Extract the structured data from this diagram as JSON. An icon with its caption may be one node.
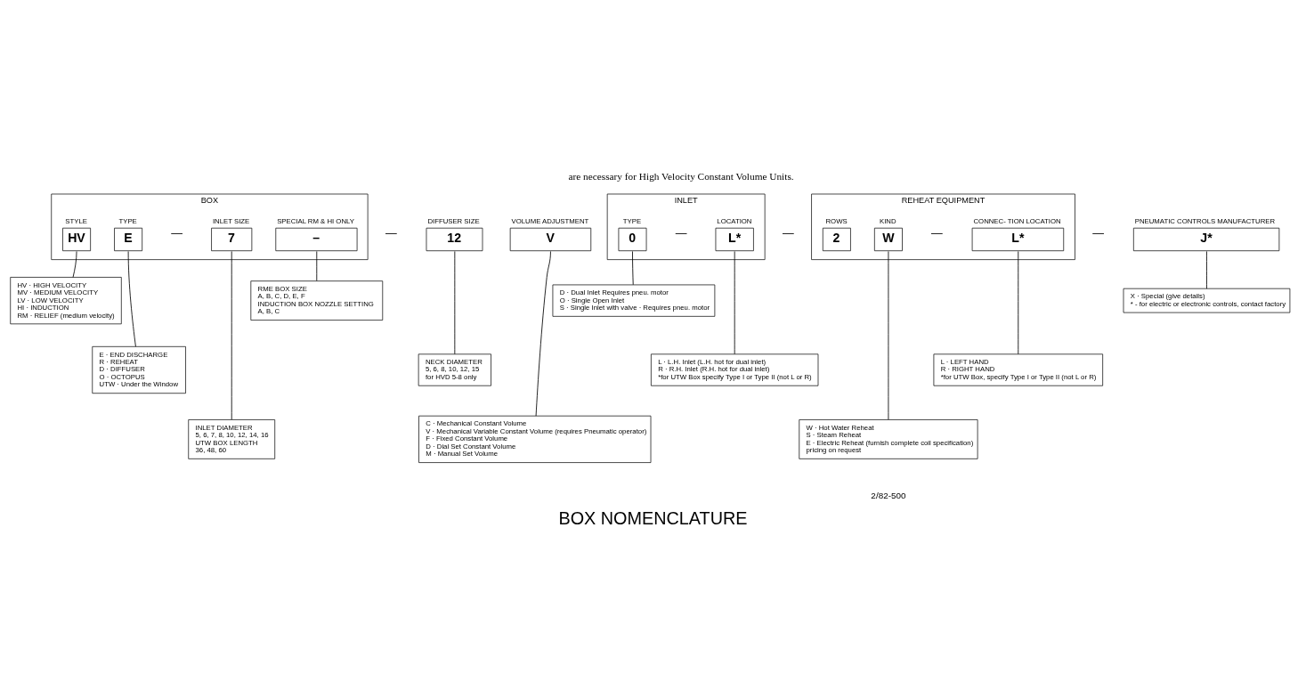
{
  "diagram": {
    "title": "BOX NOMENCLATURE",
    "nodes": [
      {
        "text": [
          "BOX"
        ]
      },
      {
        "text": [
          "STYLE",
          "HV"
        ],
        "in": 0
      },
      {
        "text": [
          "TYPE",
          "E"
        ],
        "in": 0
      },
      {
        "text": [
          "INLET SIZE",
          "7"
        ],
        "in": 0
      },
      {
        "text": [
          "SPECIAL RM & HI ONLY",
          "–"
        ],
        "in": 0
      },
      {
        "text": [
          "DIFFUSER SIZE",
          "12"
        ]
      },
      {
        "text": [
          "VOLUME ADJUSTMENT",
          "V"
        ]
      },
      {
        "text": [
          "INLET"
        ]
      },
      {
        "text": [
          "TYPE",
          "0"
        ],
        "in": 7
      },
      {
        "text": [
          "LOCATION",
          "L*"
        ],
        "in": 7
      },
      {
        "text": [
          "REHEAT EQUIPMENT"
        ]
      },
      {
        "text": [
          "ROWS",
          "2"
        ],
        "in": 10
      },
      {
        "text": [
          "KIND",
          "W"
        ],
        "in": 10
      },
      {
        "text": [
          "CONNEC- TION LOCATION",
          "L*"
        ],
        "in": 10
      },
      {
        "text": [
          "PNEUMATIC CONTROLS MANUFACTURER",
          "J*"
        ]
      },
      {
        "text": [
          "HV · HIGH VELOCITY",
          "MV · MEDIUM VELOCITY",
          "LV · LOW VELOCITY",
          "HI · INDUCTION",
          "RM · RELIEF (medium velocity)"
        ]
      },
      {
        "text": [
          "RME BOX SIZE",
          "A, B, C, D, E, F",
          "INDUCTION BOX NOZZLE SETTING",
          "A, B, C"
        ]
      },
      {
        "text": [
          "D · Dual Inlet Requires pneu. motor",
          "O · Single Open Inlet",
          "S · Single Inlet with valve · Requires pneu. motor"
        ]
      },
      {
        "text": [
          "X · Special (give details)",
          "* - for electric or electronic controls, contact factory"
        ]
      },
      {
        "text": [
          "E · END DISCHARGE",
          "R · REHEAT",
          "D · DIFFUSER",
          "O · OCTOPUS",
          "UTW · Under the Window"
        ]
      },
      {
        "text": [
          "NECK DIAMETER",
          "5, 6, 8, 10, 12, 15",
          "for HVD 5-8 only"
        ]
      },
      {
        "text": [
          "L · L.H. Inlet (L.H. hot for dual inlet)",
          "R · R.H. Inlet (R.H. hot for dual inlet)",
          "*for UTW Box specify Type I or Type II (not L or R)"
        ]
      },
      {
        "text": [
          "L · LEFT HAND",
          "R · RIGHT HAND",
          "*for UTW Box, specify Type I or Type II (not L or R)"
        ]
      },
      {
        "text": [
          "W · Hot Water Reheat",
          "S · Steam Reheat",
          "E · Electric Reheat (furnish complete coil specification)",
          "pricing on request"
        ]
      },
      {
        "text": [
          "C · Mechanical Constant Volume",
          "V · Mechanical Variable Constant Volume (requires Pneumatic operator)",
          "F · Fixed Constant Volume",
          "D · Dial Set Constant Volume",
          "M · Manual Set Volume"
        ]
      },
      {
        "text": [
          "INLET DIAMETER",
          "5, 6, 7, 8, 10, 12, 14, 16",
          "UTW BOX LENGTH",
          "36, 48, 60"
        ]
      }
    ],
    "edges": [
      {
        "from": 1,
        "to": 15,
        "arrow": "none"
      },
      {
        "from": 2,
        "to": 19,
        "arrow": "none"
      },
      {
        "from": 3,
        "to": 25,
        "arrow": "none"
      },
      {
        "from": 4,
        "to": 16,
        "arrow": "none"
      },
      {
        "from": 5,
        "to": 20,
        "arrow": "none"
      },
      {
        "from": 6,
        "to": 24,
        "arrow": "none"
      },
      {
        "from": 8,
        "to": 17,
        "arrow": "none"
      },
      {
        "from": 9,
        "to": 21,
        "arrow": "none"
      },
      {
        "from": 12,
        "to": 23,
        "arrow": "none"
      },
      {
        "from": 13,
        "to": 22,
        "arrow": "none"
      },
      {
        "from": 14,
        "to": 18,
        "arrow": "none"
      }
    ],
    "labels": [
      "are necessary for High Velocity Constant Volume Units.",
      "—",
      "—",
      "—",
      "—",
      "—",
      "—",
      "2/82-500"
    ]
  }
}
